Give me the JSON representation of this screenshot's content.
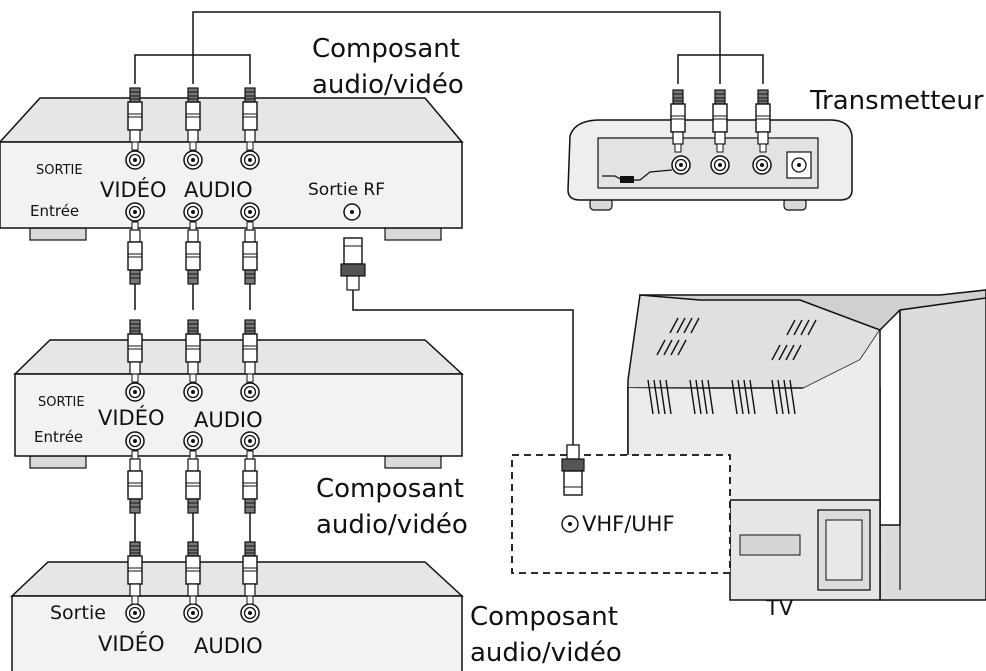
{
  "labels": {
    "composant_top": [
      "Composant",
      "audio/vidéo"
    ],
    "composant_mid": [
      "Composant",
      "audio/vidéo"
    ],
    "composant_bottom": [
      "Composant",
      "audio/vidéo"
    ],
    "transmetteur": "Transmetteur",
    "tv": "TV",
    "vhf_uhf": "VHF/UHF",
    "device1": {
      "sortie": "SORTIE",
      "video": "VIDÉO",
      "audio": "AUDIO",
      "entree": "Entrée",
      "sortie_rf": "Sortie RF"
    },
    "device2": {
      "sortie": "SORTIE",
      "video": "VIDÉO",
      "audio": "AUDIO",
      "entree": "Entrée"
    },
    "device3": {
      "sortie": "Sortie",
      "video": "VIDÉO",
      "audio": "AUDIO"
    }
  }
}
